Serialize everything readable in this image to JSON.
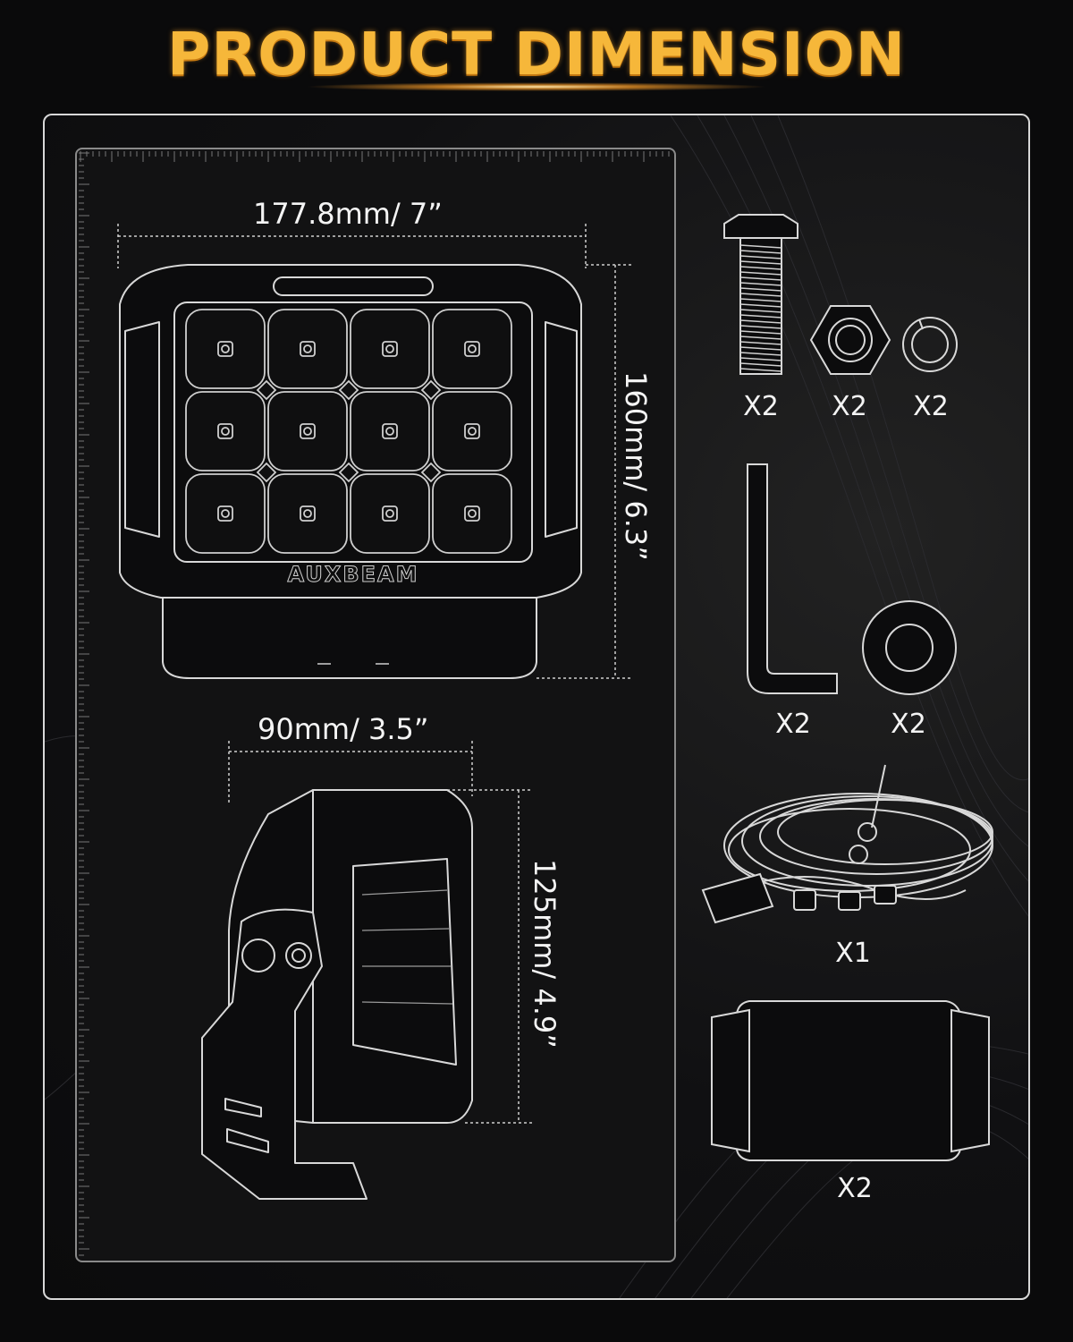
{
  "title": "PRODUCT DIMENSION",
  "dimensions": {
    "width": "177.8mm/ 7”",
    "height": "160mm/ 6.3”",
    "depth": "90mm/ 3.5”",
    "side_height": "125mm/ 4.9”"
  },
  "brand": "AUXBEAM",
  "accessories": [
    {
      "name": "bolt",
      "qty": "X2"
    },
    {
      "name": "nut",
      "qty": "X2"
    },
    {
      "name": "spring-washer",
      "qty": "X2"
    },
    {
      "name": "hex-key",
      "qty": "X2"
    },
    {
      "name": "flat-washer",
      "qty": "X2"
    },
    {
      "name": "wiring-harness",
      "qty": "X1"
    },
    {
      "name": "cover",
      "qty": "X2"
    }
  ],
  "colors": {
    "accent": "#f6b73a",
    "line": "#d8d8d8",
    "background": "#0a0a0b"
  }
}
